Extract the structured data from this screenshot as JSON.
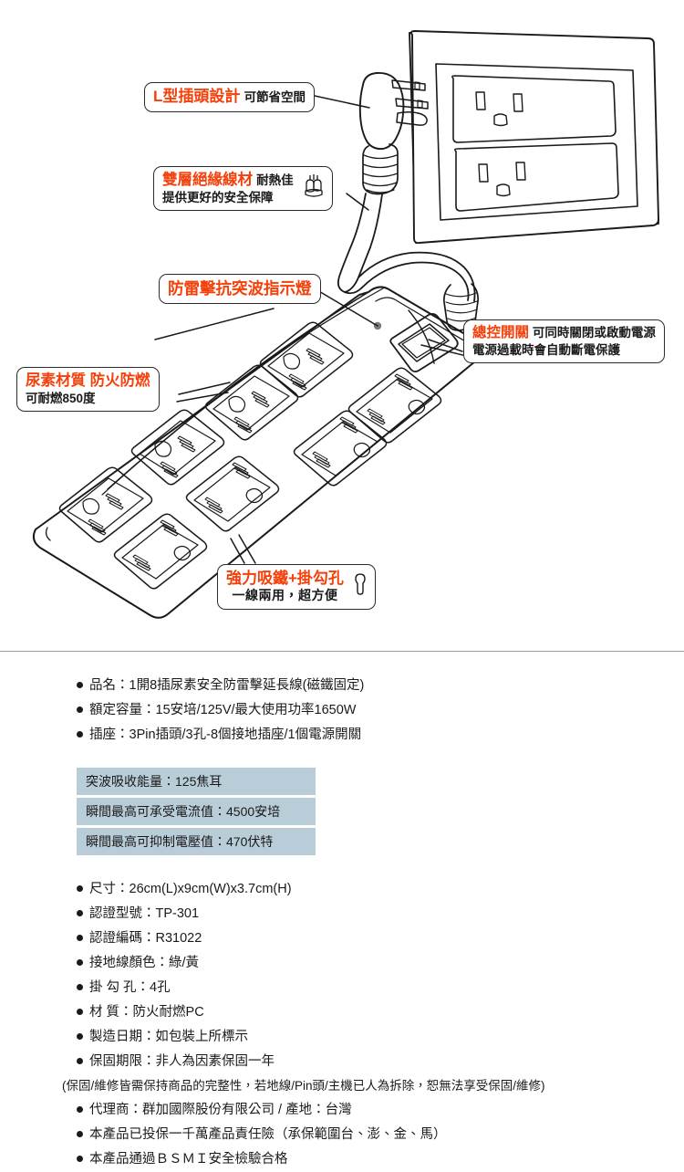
{
  "illustration": {
    "callouts": [
      {
        "id": "l-plug",
        "accent": "L型插頭設計",
        "plain": "可節省空間"
      },
      {
        "id": "insulation",
        "accent": "雙層絕緣線材",
        "plain": "耐熱佳",
        "line2": "提供更好的安全保障",
        "icon": "cable-cross-section-icon"
      },
      {
        "id": "surge-indicator",
        "accent": "防雷擊抗突波指示燈"
      },
      {
        "id": "master-switch",
        "accent": "總控開關",
        "plain": "可同時關閉或啟動電源",
        "line2": "電源過載時會自動斷電保護"
      },
      {
        "id": "material",
        "accent": "尿素材質 防火防燃",
        "plain": "可耐燃850度"
      },
      {
        "id": "magnet-hook",
        "accent": "強力吸鐵+掛勾孔",
        "plain": "一線兩用，超方便",
        "icon": "keyhole-icon"
      }
    ]
  },
  "spec": {
    "primary_items": [
      "品名：1開8插尿素安全防雷擊延長線(磁鐵固定)",
      "額定容量：15安培/125V/最大使用功率1650W",
      "插座：3Pin插頭/3孔-8個接地插座/1個電源開關"
    ],
    "surge_table": [
      "突波吸收能量：125焦耳",
      "瞬間最高可承受電流值：4500安培",
      "瞬間最高可抑制電壓值：470伏特"
    ],
    "detail_items": [
      "尺寸：26cm(L)x9cm(W)x3.7cm(H)",
      "認證型號：TP-301",
      "認證編碼：R31022",
      "接地線顏色：綠/黃",
      "掛 勾 孔：4孔",
      "材 質：防火耐燃PC",
      "製造日期：如包裝上所標示",
      "保固期限：非人為因素保固一年"
    ],
    "note": "(保固/維修皆需保持商品的完整性，若地線/Pin頭/主機已人為拆除，恕無法享受保固/維修)",
    "footer_items": [
      "代理商：群加國際股份有限公司 / 產地：台灣",
      "本產品已投保一千萬產品責任險（承保範圍台、澎、金、馬）",
      "本產品通過ＢＳＭＩ安全檢驗合格"
    ]
  },
  "colors": {
    "accent": "#f4400a",
    "text": "#1a1a1a",
    "table_highlight": "#b9cdd8",
    "divider": "#9a9a9a",
    "line_art": "#1a1a1a"
  }
}
